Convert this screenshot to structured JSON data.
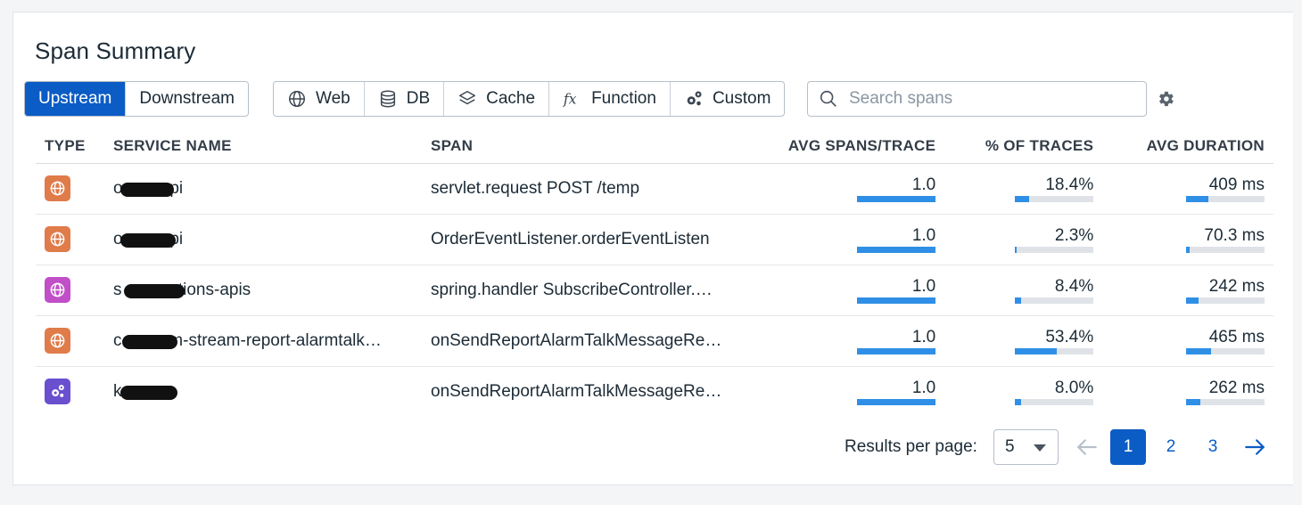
{
  "panel": {
    "title": "Span Summary"
  },
  "direction": {
    "options": [
      "Upstream",
      "Downstream"
    ],
    "selected": "Upstream"
  },
  "filters": [
    {
      "label": "Web",
      "icon": "globe-icon"
    },
    {
      "label": "DB",
      "icon": "database-icon"
    },
    {
      "label": "Cache",
      "icon": "layers-icon"
    },
    {
      "label": "Function",
      "icon": "function-icon"
    },
    {
      "label": "Custom",
      "icon": "gears-icon"
    }
  ],
  "search": {
    "placeholder": "Search spans",
    "value": ""
  },
  "table": {
    "columns": [
      "TYPE",
      "SERVICE NAME",
      "SPAN",
      "AVG SPANS/TRACE",
      "% OF TRACES",
      "AVG DURATION"
    ],
    "rows": [
      {
        "type_icon": "globe-icon",
        "type_color": "#e07b4a",
        "service": "o          pi",
        "span": "servlet.request POST /temp",
        "avg_spans": "1.0",
        "avg_spans_frac": 1.0,
        "pct_traces": "18.4%",
        "pct_frac": 0.184,
        "avg_duration": "409 ms",
        "dur_frac": 0.28
      },
      {
        "type_icon": "globe-icon",
        "type_color": "#e07b4a",
        "service": "o          pi",
        "span": "OrderEventListener.orderEventListen",
        "avg_spans": "1.0",
        "avg_spans_frac": 1.0,
        "pct_traces": "2.3%",
        "pct_frac": 0.023,
        "avg_duration": "70.3 ms",
        "dur_frac": 0.05
      },
      {
        "type_icon": "globe-icon",
        "type_color": "#c04fc8",
        "service": "s          ptions-apis",
        "span": "spring.handler SubscribeController.…",
        "avg_spans": "1.0",
        "avg_spans_frac": 1.0,
        "pct_traces": "8.4%",
        "pct_frac": 0.084,
        "avg_duration": "242 ms",
        "dur_frac": 0.16
      },
      {
        "type_icon": "globe-icon",
        "type_color": "#e07b4a",
        "service": "c          m-stream-report-alarmtalk…",
        "span": "onSendReportAlarmTalkMessageRe…",
        "avg_spans": "1.0",
        "avg_spans_frac": 1.0,
        "pct_traces": "53.4%",
        "pct_frac": 0.534,
        "avg_duration": "465 ms",
        "dur_frac": 0.32
      },
      {
        "type_icon": "gears-icon",
        "type_color": "#6a4fcf",
        "service": "k          ",
        "span": "onSendReportAlarmTalkMessageRe…",
        "avg_spans": "1.0",
        "avg_spans_frac": 1.0,
        "pct_traces": "8.0%",
        "pct_frac": 0.08,
        "avg_duration": "262 ms",
        "dur_frac": 0.18
      }
    ]
  },
  "pagination": {
    "results_label": "Results per page:",
    "per_page": "5",
    "pages": [
      "1",
      "2",
      "3"
    ],
    "current": "1"
  },
  "colors": {
    "accent": "#0b5cc5",
    "bar_fill": "#2f8fe6",
    "bar_track": "#dfe3e8"
  }
}
